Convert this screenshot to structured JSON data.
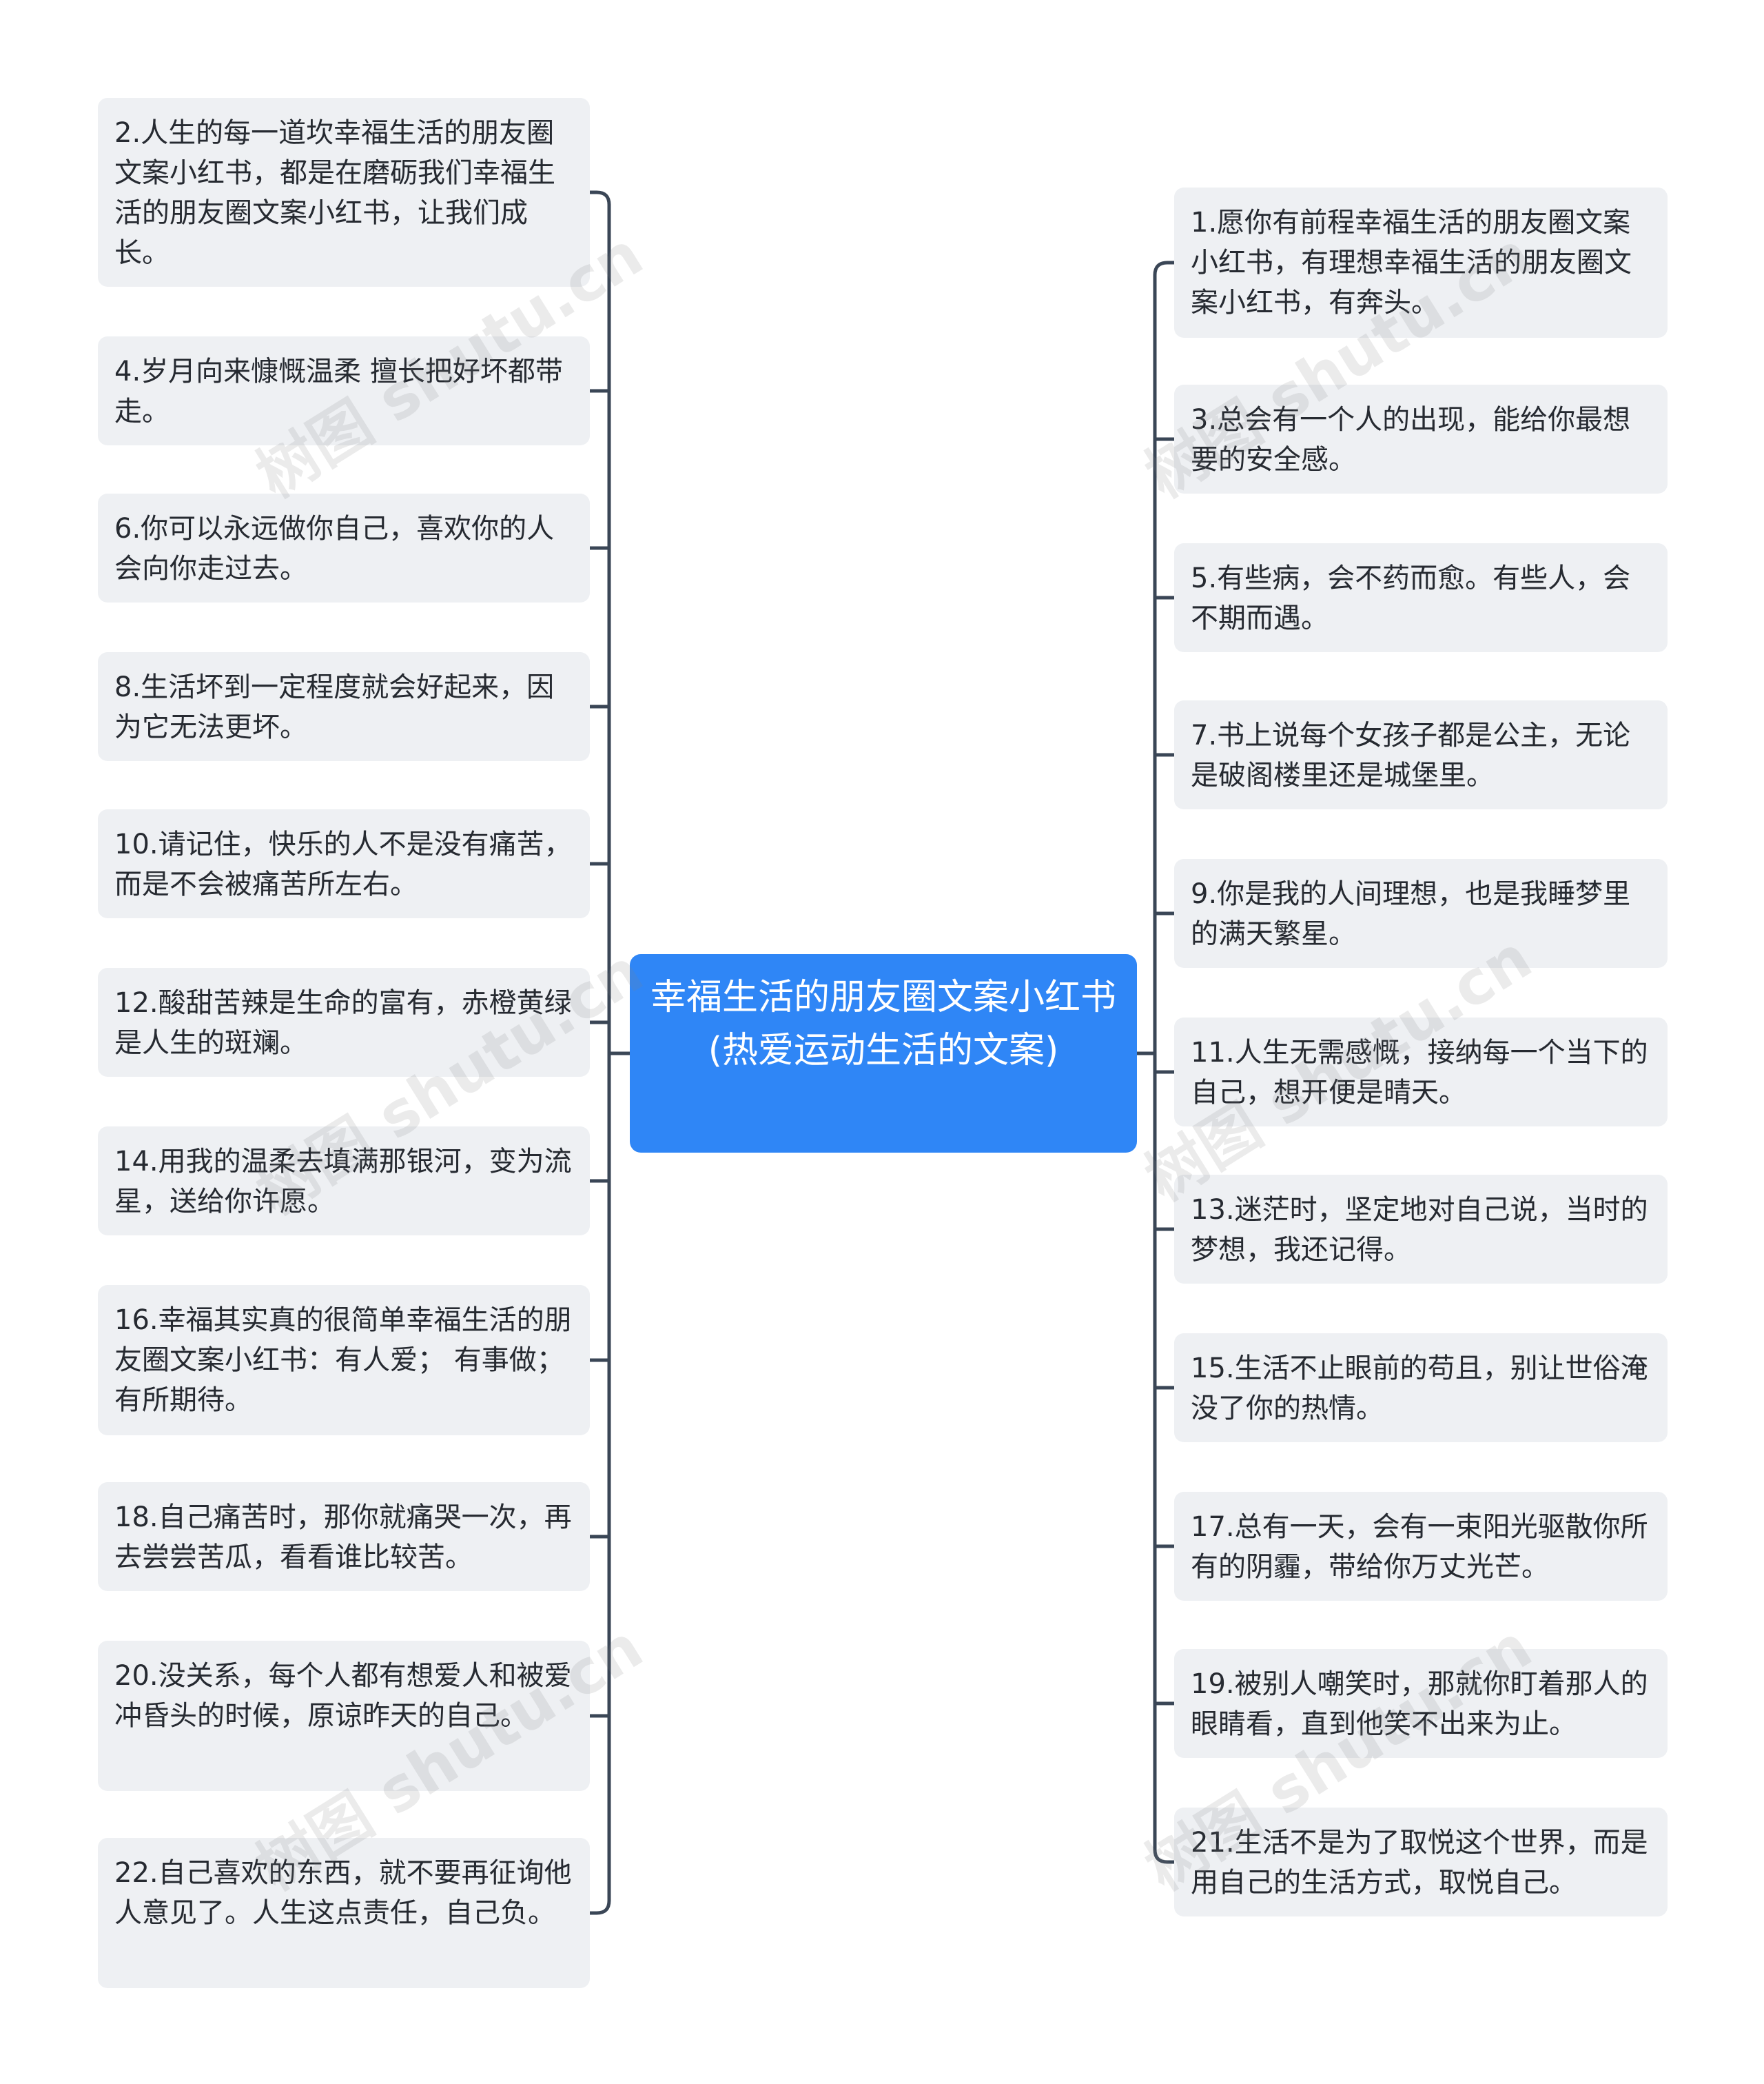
{
  "root": {
    "label": "幸福生活的朋友圈文案小红书(热爱运动生活的文案)"
  },
  "left_nodes": [
    {
      "text": "2.人生的每一道坎幸福生活的朋友圈文案小红书，都是在磨砺我们幸福生活的朋友圈文案小红书，让我们成长。"
    },
    {
      "text": "4.岁月向来慷慨温柔 擅长把好坏都带走。"
    },
    {
      "text": "6.你可以永远做你自己，喜欢你的人会向你走过去。"
    },
    {
      "text": "8.生活坏到一定程度就会好起来，因为它无法更坏。"
    },
    {
      "text": "10.请记住，快乐的人不是没有痛苦，而是不会被痛苦所左右。"
    },
    {
      "text": "12.酸甜苦辣是生命的富有，赤橙黄绿是人生的斑斓。"
    },
    {
      "text": "14.用我的温柔去填满那银河，变为流星，送给你许愿。"
    },
    {
      "text": "16.幸福其实真的很简单幸福生活的朋友圈文案小红书：有人爱； 有事做；有所期待。"
    },
    {
      "text": "18.自己痛苦时，那你就痛哭一次，再去尝尝苦瓜，看看谁比较苦。"
    },
    {
      "text": "20.没关系，每个人都有想爱人和被爱冲昏头的时候，原谅昨天的自己。"
    },
    {
      "text": "22.自己喜欢的东西，就不要再征询他人意见了。人生这点责任，自己负。"
    }
  ],
  "right_nodes": [
    {
      "text": "1.愿你有前程幸福生活的朋友圈文案小红书，有理想幸福生活的朋友圈文案小红书，有奔头。"
    },
    {
      "text": "3.总会有一个人的出现，能给你最想要的安全感。"
    },
    {
      "text": "5.有些病，会不药而愈。有些人，会不期而遇。"
    },
    {
      "text": "7.书上说每个女孩子都是公主，无论是破阁楼里还是城堡里。"
    },
    {
      "text": "9.你是我的人间理想，也是我睡梦里的满天繁星。"
    },
    {
      "text": "11.人生无需感慨，接纳每一个当下的自己，想开便是晴天。"
    },
    {
      "text": "13.迷茫时，坚定地对自己说，当时的梦想，我还记得。"
    },
    {
      "text": "15.生活不止眼前的苟且，别让世俗淹没了你的热情。"
    },
    {
      "text": "17.总有一天，会有一束阳光驱散你所有的阴霾，带给你万丈光芒。"
    },
    {
      "text": "19.被别人嘲笑时，那就你盯着那人的眼睛看，直到他笑不出来为止。"
    },
    {
      "text": "21.生活不是为了取悦这个世界，而是用自己的生活方式，取悦自己。"
    }
  ],
  "watermark": "树图 shutu.cn",
  "colors": {
    "root_bg": "#2f86f6",
    "node_bg": "#eef0f3",
    "line": "#3a4656",
    "text": "#262a31"
  }
}
